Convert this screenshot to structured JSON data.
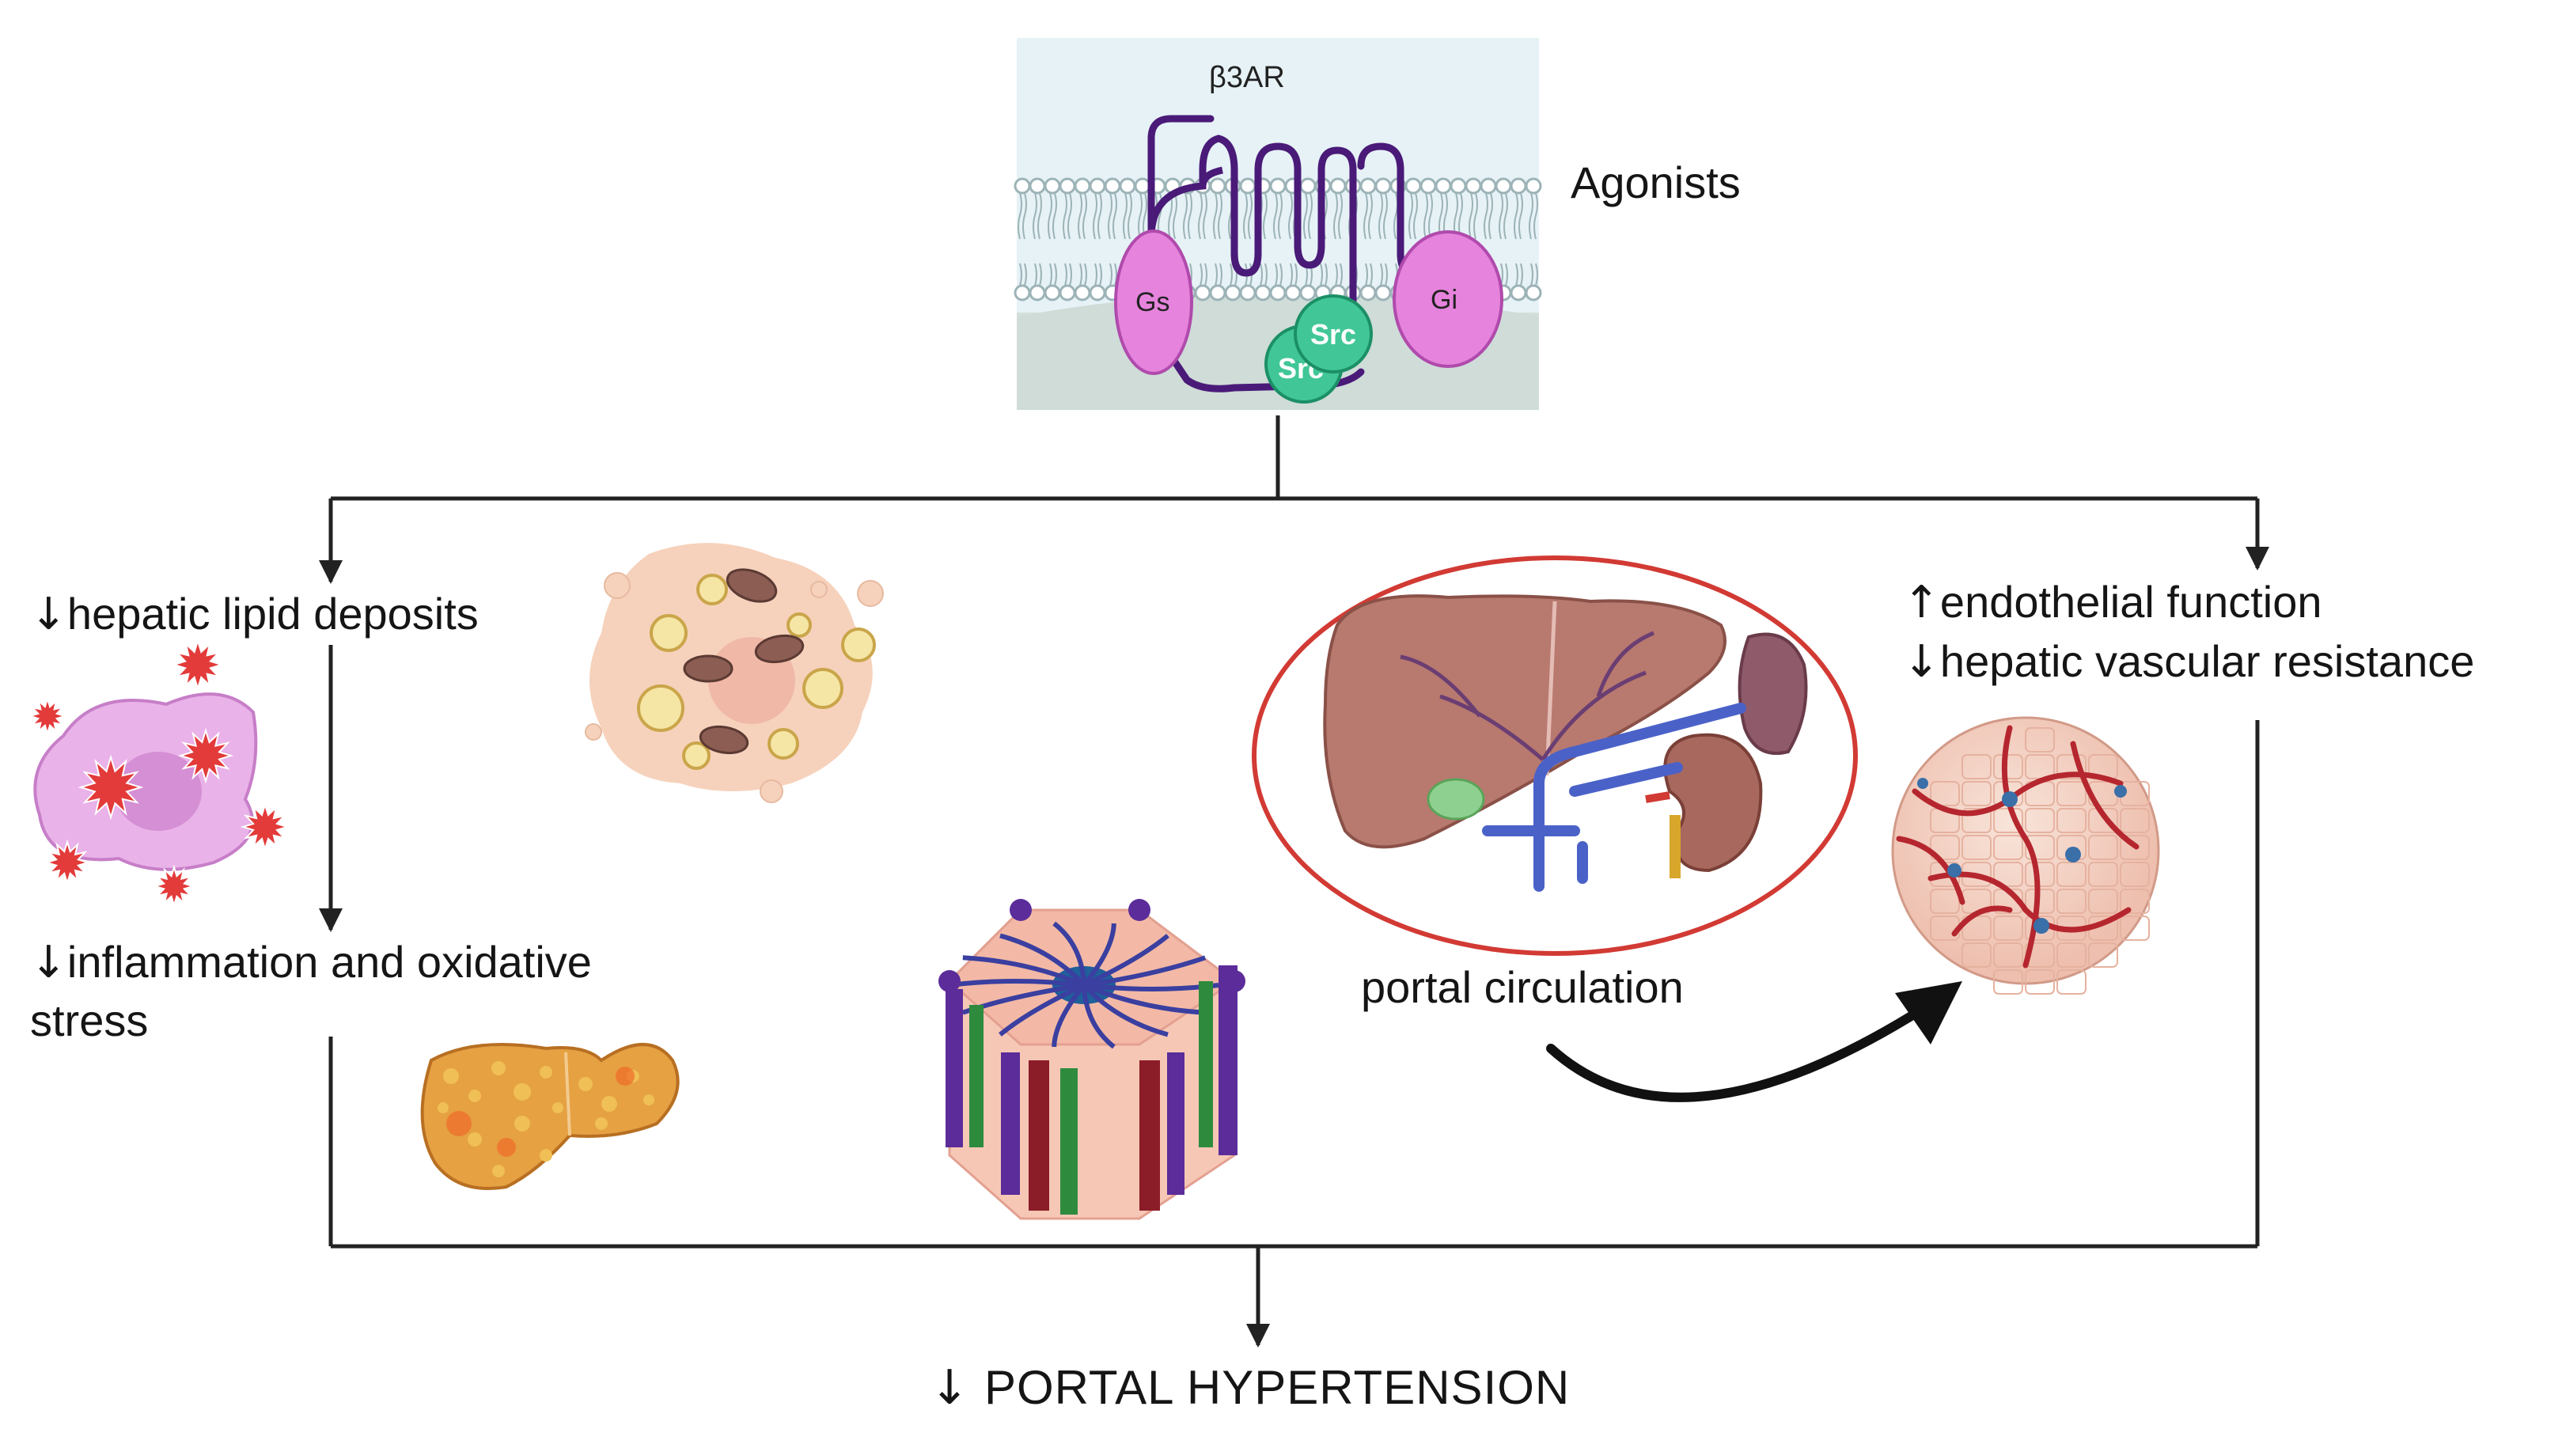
{
  "receptor": {
    "receptor_label": "β3AR",
    "gs_label": "Gs",
    "gi_label": "Gi",
    "src_label": "Src",
    "agonists_label": "Agonists"
  },
  "effects": {
    "lipid": {
      "arrow": "↓",
      "text": "hepatic lipid deposits"
    },
    "inflammation": {
      "arrow": "↓",
      "line1": "inflammation and oxidative",
      "line2": "stress"
    },
    "endothelial": {
      "arrow": "↑",
      "text": "endothelial function"
    },
    "resistance": {
      "arrow": "↓",
      "text": "hepatic vascular resistance"
    },
    "portal_circulation": "portal circulation",
    "outcome": {
      "arrow": "↓",
      "text": "PORTAL HYPERTENSION"
    }
  },
  "colors": {
    "membrane_bg": "#e4f0f4",
    "receptor_chain": "#4a1a78",
    "g_protein": "#e27ad6",
    "src": "#3cc393",
    "liver": "#b87a72",
    "lipid_cell": "#f6d2bc",
    "oval_outline": "#d23a34"
  }
}
